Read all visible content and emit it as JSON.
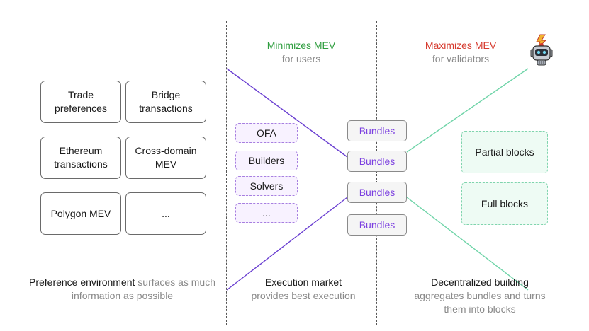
{
  "header_left": {
    "title": "Minimizes MEV",
    "subtitle": "for users"
  },
  "header_right": {
    "title": "Maximizes MEV",
    "subtitle": "for validators"
  },
  "preferences": [
    {
      "label": "Trade preferences"
    },
    {
      "label": "Bridge transactions"
    },
    {
      "label": "Ethereum transactions"
    },
    {
      "label": "Cross-domain MEV"
    },
    {
      "label": "Polygon MEV"
    },
    {
      "label": "..."
    }
  ],
  "market_items": [
    "OFA",
    "Builders",
    "Solvers",
    "..."
  ],
  "bundles": [
    "Bundles",
    "Bundles",
    "Bundles",
    "Bundles"
  ],
  "blocks": [
    "Partial blocks",
    "Full blocks"
  ],
  "captions": {
    "left_strong": "Preference environment",
    "left_muted": "surfaces as much information as possible",
    "mid_strong": "Execution market",
    "mid_muted": "provides best execution",
    "right_strong": "Decentralized building",
    "right_muted": "aggregates bundles and turns them into blocks"
  },
  "colors": {
    "purple": "#7b3fe0",
    "green": "#2f9e3f",
    "red": "#d63a2e",
    "teal": "#6fd4a8",
    "line_purple": "#6a3fd1"
  },
  "icons": {
    "robot": "robot-icon"
  }
}
